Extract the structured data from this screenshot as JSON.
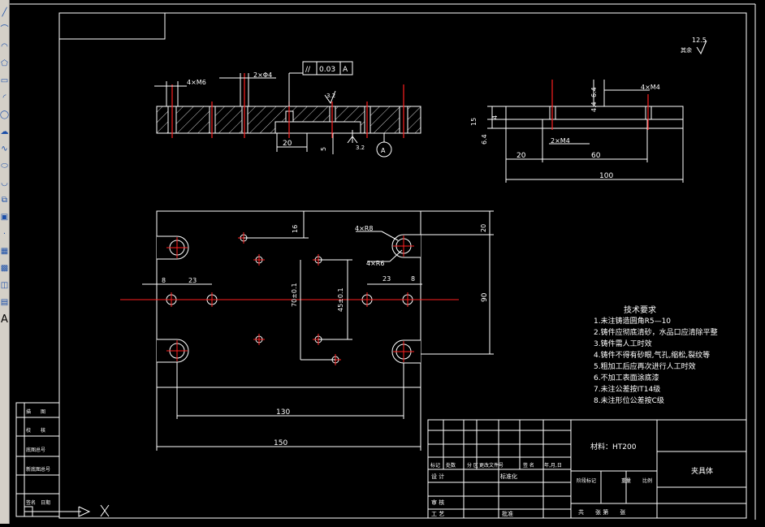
{
  "toolbar": {
    "tools": [
      "line-icon",
      "polyline-icon",
      "arc-icon",
      "polygon-icon",
      "rectangle-icon",
      "arc2-icon",
      "circle-icon",
      "cloud-icon",
      "spline-icon",
      "ellipse-icon",
      "ellipse-arc-icon",
      "insert-block-icon",
      "make-block-icon",
      "point-icon",
      "hatch-icon",
      "gradient-icon",
      "region-icon",
      "table-icon",
      "text-icon"
    ],
    "text_tool_label": "A"
  },
  "colors": {
    "background": "#000000",
    "lines": "#ffffff",
    "centerlines": "#ff2020",
    "dims": "#ffffff"
  },
  "drawing": {
    "roughness": {
      "value": "12.5",
      "prefix": "其余"
    },
    "section_view": {
      "callout_4xm6": "4×M6",
      "callout_2xphi4": "2×Φ4",
      "tolerance_value": "0.03",
      "tolerance_datum": "A",
      "surface_top": "3.2",
      "surface_bottom": "3.2",
      "dim_20": "20",
      "dim_5": "5",
      "datum_label": "A"
    },
    "side_view": {
      "callout_4xm4": "4×M4",
      "callout_2xm4": "2×M4",
      "dim_64a": "6.4",
      "dim_44a": "4.4",
      "dim_15": "15",
      "dim_4": "4",
      "dim_64b": "6.4",
      "dim_20": "20",
      "dim_60": "60",
      "dim_100": "100"
    },
    "plan_view": {
      "callout_4xr8": "4×R8",
      "callout_4xr6": "4×R6",
      "dim_16": "16",
      "dim_20": "20",
      "dim_8_left": "8",
      "dim_23_left": "23",
      "dim_70": "70±0.1",
      "dim_45": "45±0.1",
      "dim_23_right": "23",
      "dim_8_right": "8",
      "dim_90": "90",
      "dim_130": "130",
      "dim_150": "150"
    },
    "tech_requirements": {
      "title": "技术要求",
      "items": [
        "1.未注铸造圆角R5—10",
        "2.铸件应彻底清砂，水品口应清除平整",
        "3.铸件需人工时效",
        "4.铸件不得有砂眼,气孔,缩松,裂纹等",
        "5.粗加工后应再次进行人工时效",
        "6.不加工表面涂底漆",
        "7.未注公差按IT14级",
        "8.未注形位公差按C级"
      ]
    },
    "left_table": {
      "rows": [
        "描　　图",
        "校　　核",
        "底图总号",
        "新底图总号",
        "签名　日期"
      ]
    },
    "title_block": {
      "material": "材料：HT200",
      "part_name": "夹具体",
      "row_headers": [
        "标记",
        "处数",
        "分 区",
        "更改文件号",
        "签 名",
        "年,月,日"
      ],
      "design": "设 计",
      "standard": "标准化",
      "check": "审 核",
      "process": "工 艺",
      "approve": "批准",
      "stage_mark": "阶段标记",
      "weight": "重量",
      "scale": "比例",
      "sheets": "共　　张 第　　张"
    }
  }
}
